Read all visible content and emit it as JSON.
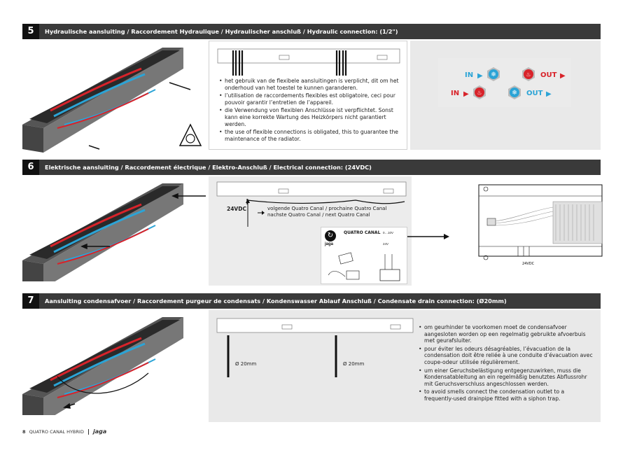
{
  "sections": [
    {
      "number": "5",
      "title": "Hydraulische aansluiting / Raccordement Hydraulique / Hydraulischer anschluß / Hydraulic connection: (1/2\")",
      "bullets": [
        "het gebruik van de flexibele aansluitingen is verplicht, dit om het onderhoud van het toestel te kunnen garanderen.",
        "l’utilisation de raccordements flexibles est obligatoire, ceci pour pouvoir garantir l’entretien de l’appareil.",
        "die Verwendung von flexiblen Anschlüsse ist verpflichtet. Sonst kann eine korrekte Wartung des Heizkörpers nicht garantiert werden.",
        "the use of flexible connections is obligated, this to guarantee the maintenance of the radiator."
      ],
      "flow_labels": {
        "in_top": "IN",
        "out_top": "OUT",
        "in_bottom": "IN",
        "out_bottom": "OUT"
      }
    },
    {
      "number": "6",
      "title": "Elektrische aansluiting / Raccordement électrique / Elektro-Anschluß / Electrical connection: (24VDC)",
      "voltage": "24VDC",
      "next_unit": "volgende Quatro Canal / prochaine Quatro Canal nachste Quatro Canal / next Quatro Canal",
      "box_title": "QUATRO CANAL",
      "box_range": "0…10V",
      "box_voltage": "24V",
      "brand": "jaga",
      "diagram_voltage": "24VDC"
    },
    {
      "number": "7",
      "title": "Aansluiting condensafvoer / Raccordement purgeur de condensats / Kondenswasser Ablauf Anschluß / Condensate drain connection: (Ø20mm)",
      "drain_label_1": "Ø 20mm",
      "drain_label_2": "Ø 20mm",
      "bullets": [
        "om geurhinder te voorkomen moet de condensafvoer aangesloten worden op een regelmatig gebruikte afvoerbuis met geurafsluiter.",
        "pour éviter les odeurs désagréables, l’évacuation de la condensation doit être reliée à une conduite d’évacuation avec coupe-odeur utilisée régulièrement.",
        "um einer Geruchsbelästigung entgegenzuwirken, muss die Kondensatableitung an ein regelmäßig benutztes Abflussrohr mit Geruchsverschluss angeschlossen werden.",
        "to avoid smells connect the condensation outlet to a frequently-used drainpipe fitted with a siphon trap."
      ]
    }
  ],
  "footer": {
    "page": "8",
    "product": "QUATRO CANAL HYBRID",
    "logo": "jaga"
  },
  "colors": {
    "hot": "#d8232a",
    "cold": "#2ba4d6",
    "header": "#3a3a3a",
    "panel": "#e9e9e9"
  }
}
